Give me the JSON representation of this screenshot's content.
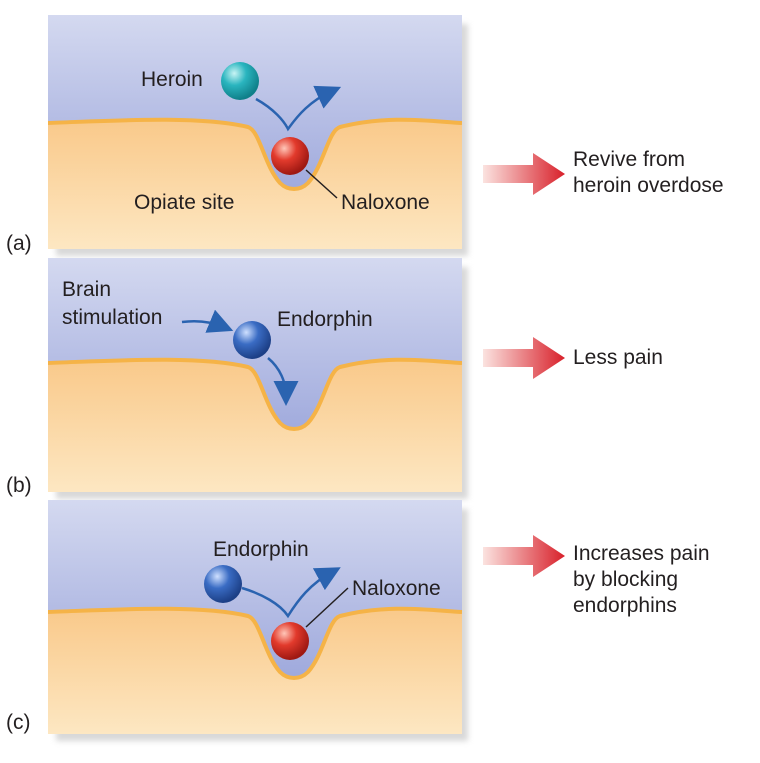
{
  "panels": [
    {
      "id": "a",
      "tag": "(a)",
      "labels": {
        "molecule_top": "Heroin",
        "site": "Opiate site",
        "molecule_bound": "Naloxone"
      },
      "result_lines": [
        "Revive from",
        "heroin overdose"
      ]
    },
    {
      "id": "b",
      "tag": "(b)",
      "labels": {
        "source_line1": "Brain",
        "source_line2": "stimulation",
        "molecule": "Endorphin"
      },
      "result_lines": [
        "Less pain"
      ]
    },
    {
      "id": "c",
      "tag": "(c)",
      "labels": {
        "molecule_top": "Endorphin",
        "molecule_bound": "Naloxone"
      },
      "result_lines": [
        "Increases pain",
        "by blocking",
        "endorphins"
      ]
    }
  ],
  "colors": {
    "fluid_top": "#c9d0ec",
    "fluid_bottom": "#9aa6dc",
    "membrane": "#f5b347",
    "tissue": "#fbd9a4",
    "heroin": "#2ab5bf",
    "naloxone": "#d9322b",
    "endorphin": "#3a6cc4",
    "flow_arrow": "#2a63b0",
    "result_arrow": "#d8202a"
  }
}
